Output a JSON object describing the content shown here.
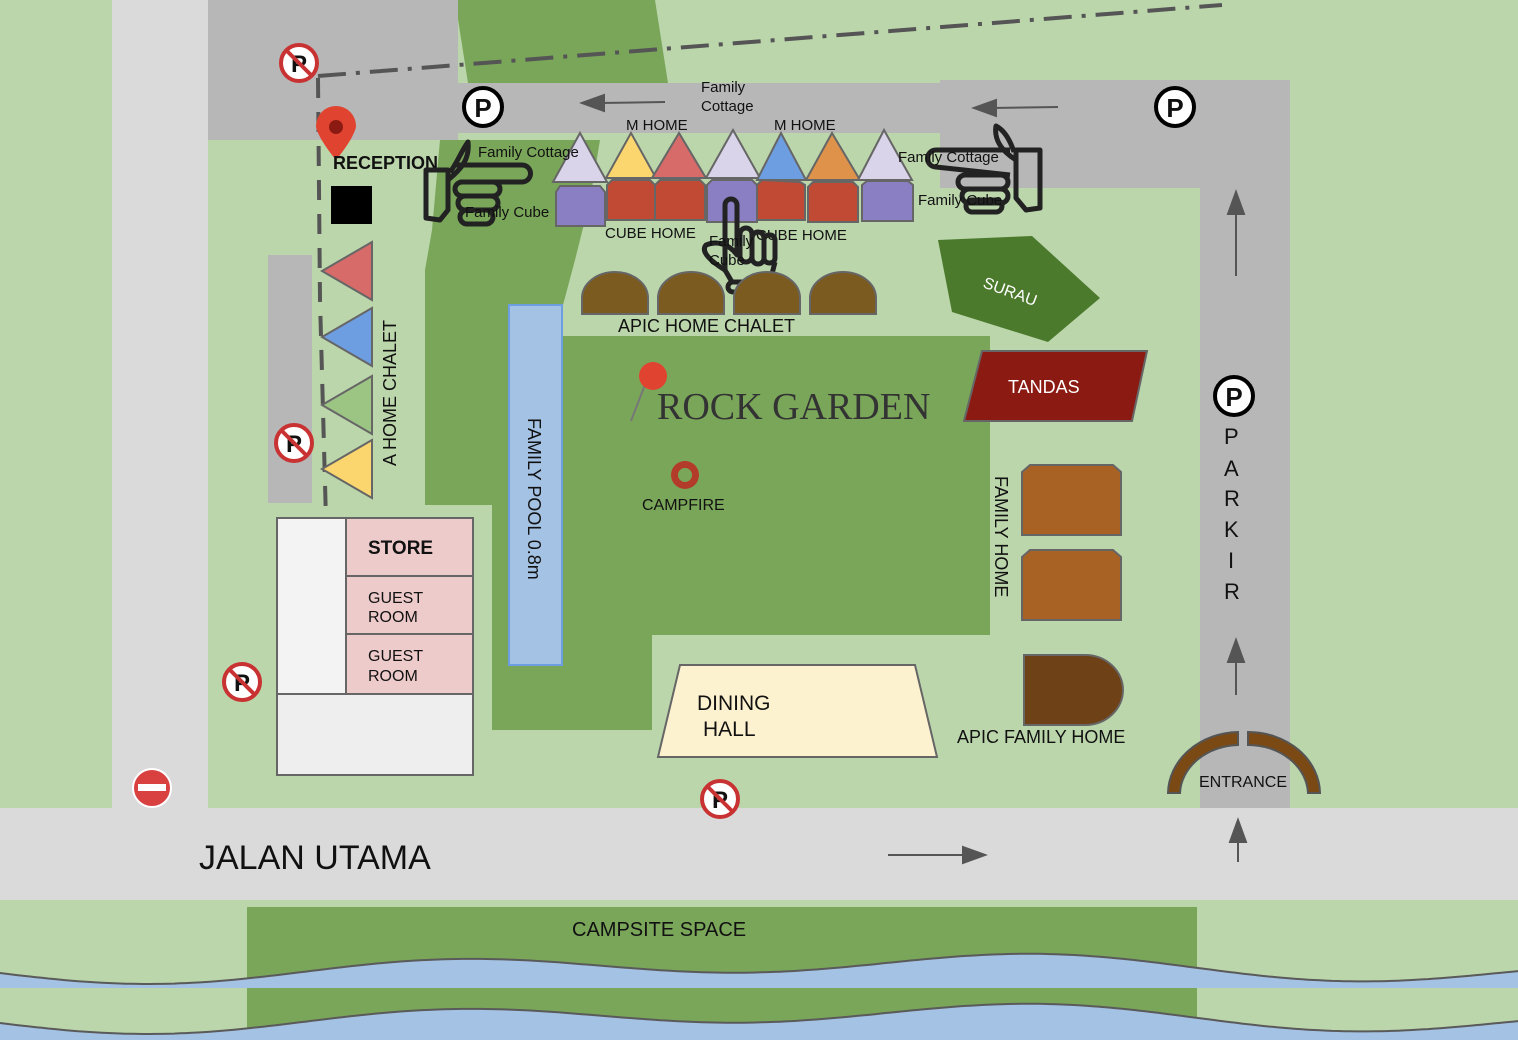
{
  "labels": {
    "reception": "RECEPTION",
    "family_cottage_top": [
      "Family",
      "Cottage"
    ],
    "m_home_1": "M  HOME",
    "m_home_2": "M  HOME",
    "family_cottage_left": "Family Cottage",
    "family_cottage_right": "Family Cottage",
    "family_cube_left": "Family Cube",
    "family_cube_right": "Family Cube",
    "family_cube_center": [
      "Family",
      "Cube"
    ],
    "cube_home_1": "CUBE  HOME",
    "cube_home_2": "CUBE  HOME",
    "apic_home_chalet": "APIC HOME CHALET",
    "surau": "SURAU",
    "tandas": "TANDAS",
    "a_home_chalet": "A  HOME CHALET",
    "family_pool": "FAMILY  POOL  0.8m",
    "rock_garden": "ROCK GARDEN",
    "campfire": "CAMPFIRE",
    "family_home": "FAMILY  HOME",
    "apic_family_home": "APIC FAMILY  HOME",
    "store": "STORE",
    "guest_room_1": [
      "GUEST",
      "ROOM"
    ],
    "guest_room_2": [
      "GUEST",
      "ROOM"
    ],
    "dining_hall": [
      "DINING",
      "HALL"
    ],
    "entrance": "ENTRANCE",
    "parkir": [
      "P",
      "A",
      "R",
      "K",
      "I",
      "R"
    ],
    "jalan_utama": "JALAN UTAMA",
    "campsite_space": "CAMPSITE SPACE"
  },
  "icons": {
    "parking": "P",
    "no_parking": "P"
  },
  "colors": {
    "grass": "#bcd6ac",
    "dark_grass": "#7aa65a",
    "road": "#dadada",
    "parking_road": "#b7b7b7",
    "water": "#a4c2e3",
    "tandas": "#8b1a12",
    "surau": "#4b7a2c",
    "pink_room": "#eecbcb",
    "dining": "#fdf2d0"
  }
}
